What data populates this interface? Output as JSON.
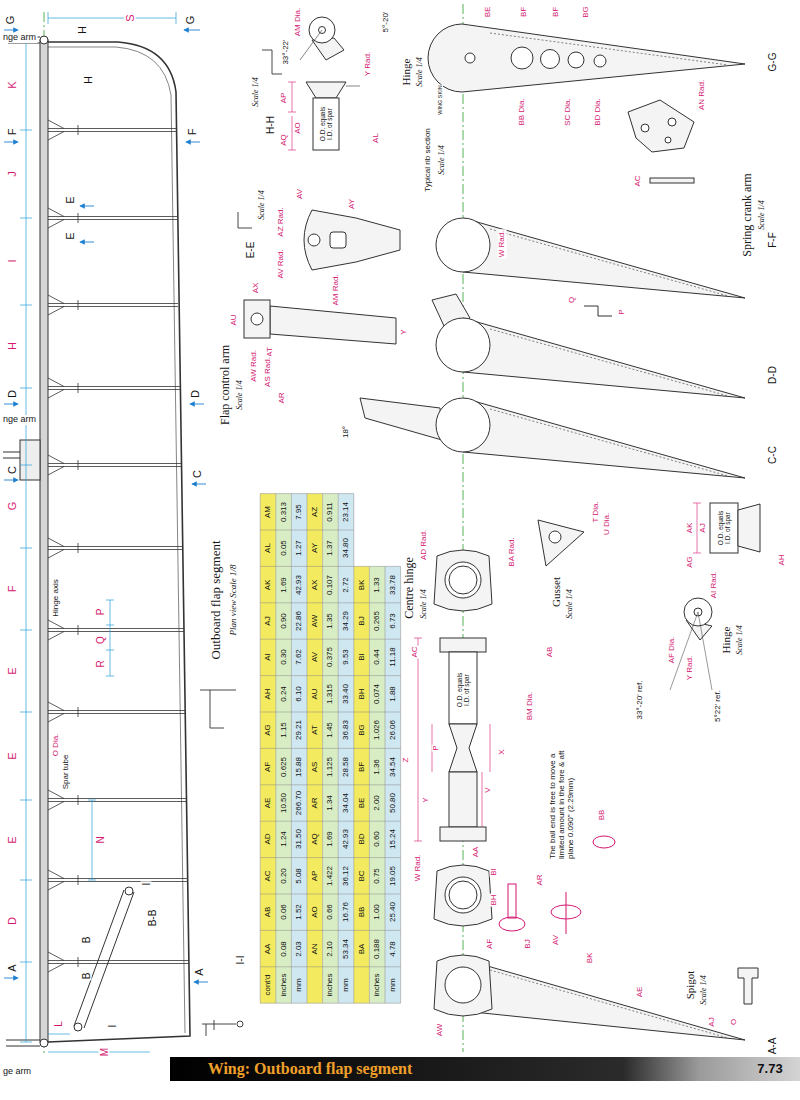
{
  "diagram": {
    "title": "Wing: Outboard flap segment",
    "labels": [
      "nge arm",
      "G",
      "H",
      "S",
      "G",
      "H",
      "K",
      "F",
      "F",
      "J",
      "E",
      "E",
      "I",
      "H",
      "D",
      "D",
      "nge arm",
      "C",
      "C",
      "G",
      "F",
      "Hinge axis",
      "P",
      "Q",
      "R",
      "E",
      "O Dia.",
      "Spar tube",
      "E",
      "E",
      "N",
      "I",
      "B-B",
      "D",
      "B",
      "A",
      "A",
      "B",
      "L",
      "I",
      "M",
      "ge arm",
      "Outboard flap segment",
      "Plan view Scale 1/8",
      "I-I",
      "Scale 1/4",
      "H-H",
      "AM Dia.",
      "5°-20'",
      "33°-22'",
      "Y Rad.",
      "AP",
      "AO",
      "AQ",
      "O.D. equals I.D. of spar",
      "AL",
      "Hinge",
      "Scale 1/4",
      "Scale 1/4",
      "E-E",
      "AV",
      "AZ Rad.",
      "AY",
      "AV Rad.",
      "AX",
      "AU",
      "AT",
      "AM Rad.",
      "Y",
      "Flap control arm",
      "Scale 1/4",
      "AW Rad.",
      "AS Rad.",
      "AR",
      "18°",
      "BE",
      "BF",
      "BF",
      "BG",
      "WING SKIN",
      "BB Dia.",
      "SC Dia.",
      "BD Dia.",
      "Typical rib section",
      "Scale 1/4",
      "AN Rad.",
      "G-G",
      "Spring crank arm",
      "Scale 1/4",
      "AC",
      "W Rad.",
      "F-F",
      "Q",
      "P",
      "D-D",
      "C-C",
      "AD Rad.",
      "Centre hinge",
      "Scale 1/4",
      "BA Rad.",
      "T Dia.",
      "U Dia.",
      "Gusset",
      "Scale 1/4",
      "AK",
      "AJ",
      "O.D. equals I.D. of spar",
      "AG",
      "AI Rad.",
      "AH",
      "AF Dia.",
      "Y Rad.",
      "Hinge",
      "Scale 1/4",
      "33°-20' ref.",
      "5°22' ref.",
      "AC",
      "AB",
      "O.D. equals I.D. of spar",
      "BM Dia.",
      "P",
      "X",
      "Z",
      "V",
      "Y",
      "AA",
      "W Rad.",
      "The ball end is free to move a limited amount in the fore & aft plane 0.090\" (2.29mm)",
      "BB",
      "BI",
      "AR",
      "BH",
      "AF",
      "BJ",
      "BK",
      "AV",
      "AE",
      "Spigot",
      "Scale 1/4",
      "AJ",
      "O",
      "AW",
      "A-A",
      "7.73",
      "cont'd",
      "AA",
      "AB",
      "AC",
      "AD",
      "AE",
      "AF",
      "AG",
      "AH",
      "AI",
      "AJ",
      "AK",
      "AL",
      "AM",
      "inches",
      "0.08",
      "0.06",
      "0.20",
      "1.24",
      "10.50",
      "0.625",
      "1.15",
      "0.24",
      "0.30",
      "0.90",
      "1.69",
      "0.05",
      "0.313",
      "mm",
      "2.03",
      "1.52",
      "5.08",
      "31.50",
      "266.70",
      "15.88",
      "29.21",
      "6.10",
      "7.62",
      "22.86",
      "42.93",
      "1.27",
      "7.95",
      "AN",
      "AO",
      "AP",
      "AQ",
      "AR",
      "AS",
      "AT",
      "AU",
      "AV",
      "AW",
      "AX",
      "AY",
      "AZ",
      "inches",
      "2.10",
      "0.66",
      "1.422",
      "1.69",
      "1.34",
      "1.125",
      "1.45",
      "1.315",
      "0.375",
      "1.35",
      "0.107",
      "1.37",
      "0.911",
      "mm",
      "53.34",
      "16.76",
      "36.12",
      "42.93",
      "34.04",
      "28.58",
      "36.83",
      "33.40",
      "9.53",
      "34.29",
      "2.72",
      "34.80",
      "23.14",
      "BA",
      "BB",
      "BC",
      "BD",
      "BE",
      "BF",
      "BG",
      "BH",
      "BI",
      "BJ",
      "BK",
      "inches",
      "0.188",
      "1.00",
      "0.75",
      "0.60",
      "2.00",
      "1.36",
      "1.026",
      "0.074",
      "0.44",
      "0.265",
      "1.33",
      "mm",
      "4.78",
      "25.40",
      "19.05",
      "15.24",
      "50.80",
      "34.54",
      "26.06",
      "1.88",
      "11.18",
      "6.73",
      "33.78"
    ]
  }
}
